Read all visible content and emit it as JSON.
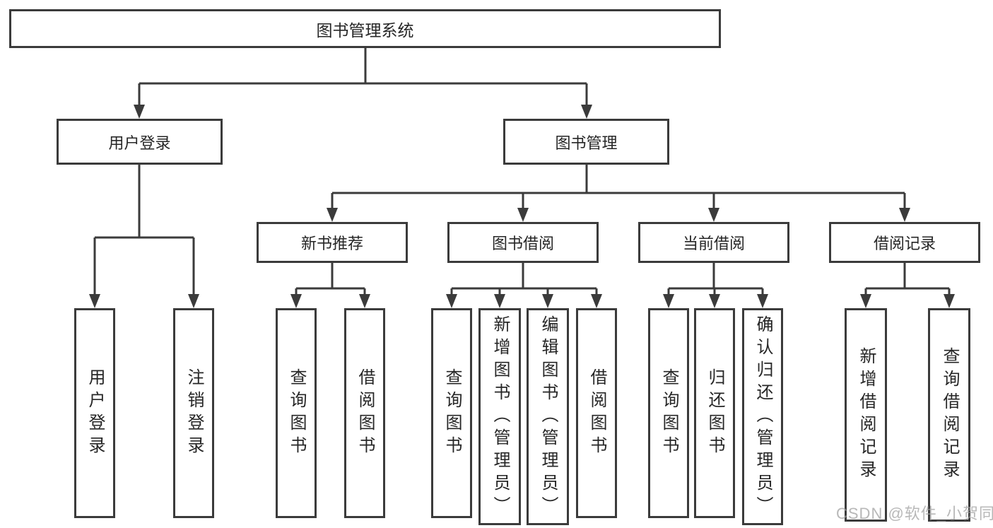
{
  "nodes": {
    "root": {
      "label": "图书管理系统"
    },
    "level2": [
      {
        "label": "用户登录"
      },
      {
        "label": "图书管理"
      }
    ],
    "level3": [
      {
        "label": "新书推荐"
      },
      {
        "label": "图书借阅"
      },
      {
        "label": "当前借阅"
      },
      {
        "label": "借阅记录"
      }
    ],
    "leaves": [
      {
        "label": "用户登录"
      },
      {
        "label": "注销登录"
      },
      {
        "label": "查询图书"
      },
      {
        "label": "借阅图书"
      },
      {
        "label": "查询图书"
      },
      {
        "label": "新增图书（管理员）"
      },
      {
        "label": "编辑图书（管理员）"
      },
      {
        "label": "借阅图书"
      },
      {
        "label": "查询图书"
      },
      {
        "label": "归还图书"
      },
      {
        "label": "确认归还（管理员）"
      },
      {
        "label": "新增借阅记录"
      },
      {
        "label": "查询借阅记录"
      }
    ]
  },
  "watermark": "CSDN @软件_小贺同学",
  "colors": {
    "line": "#3b3b3b",
    "text": "#262626",
    "watermark": "#a0a0a0",
    "background": "#ffffff"
  }
}
